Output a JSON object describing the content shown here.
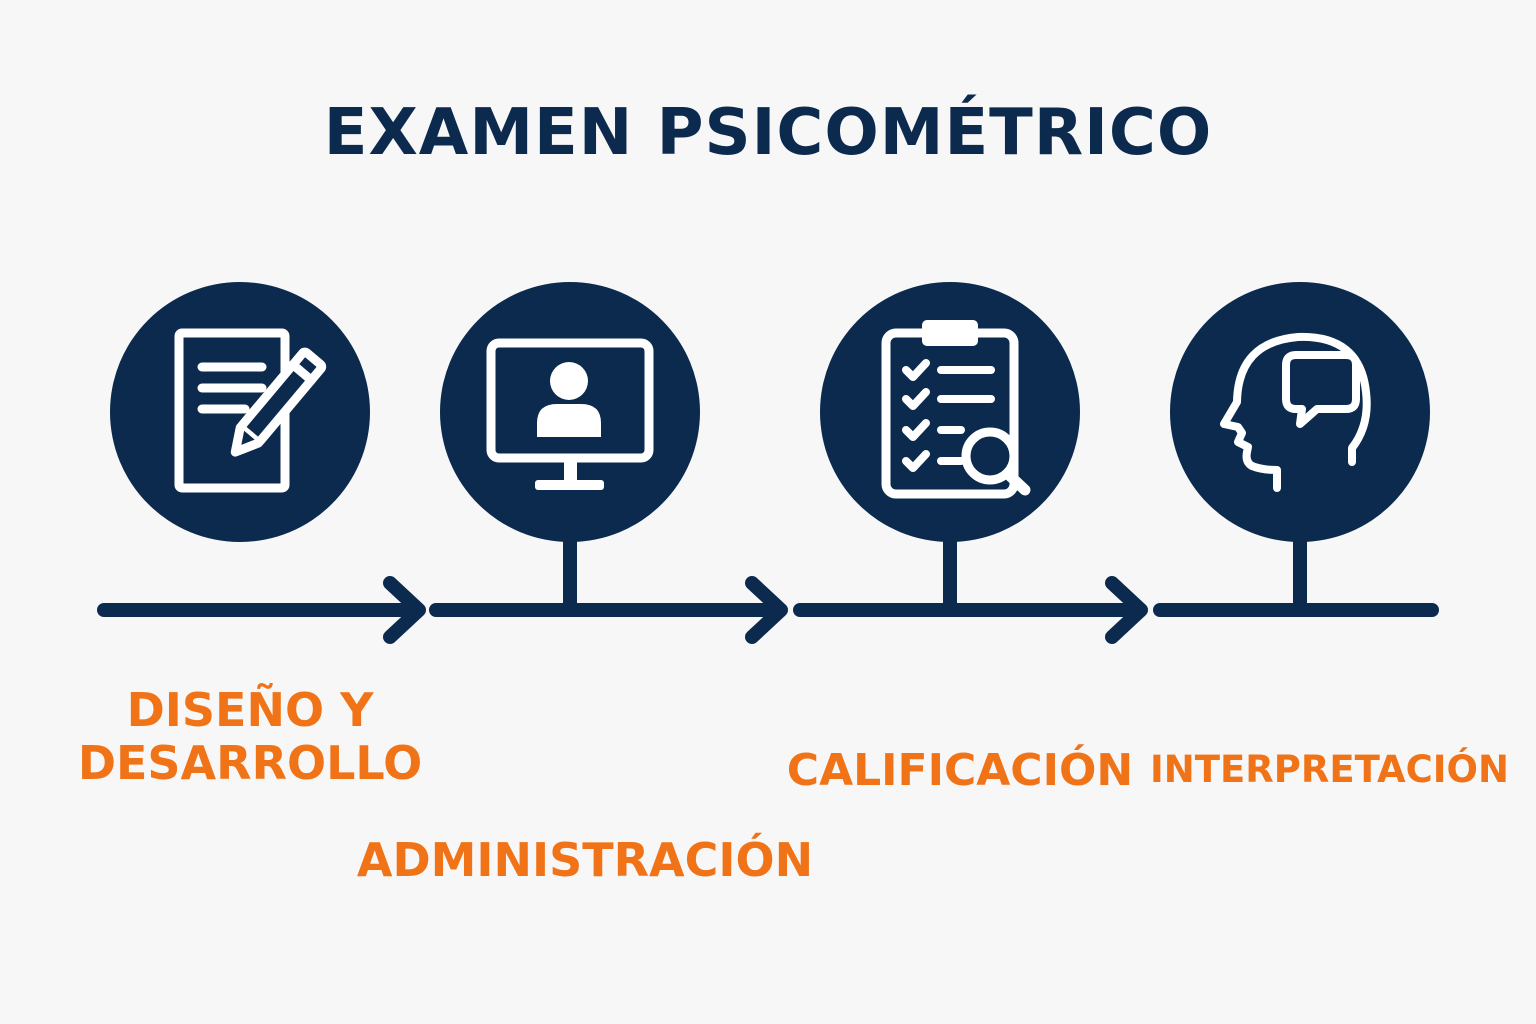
{
  "title": "EXAMEN PSICOMÉTRICO",
  "colors": {
    "navy": "#0b2a4e",
    "orange": "#f07318",
    "background": "#f7f7f7",
    "icon_stroke": "#ffffff"
  },
  "steps": [
    {
      "label_line1": "DISEÑO Y",
      "label_line2": "DESARROLLO",
      "icon": "document-pencil-icon"
    },
    {
      "label": "ADMINISTRACIÓN",
      "icon": "monitor-user-icon"
    },
    {
      "label": "CALIFICACIÓN",
      "icon": "clipboard-checklist-magnifier-icon"
    },
    {
      "label": "INTERPRETACIÓN",
      "icon": "head-speech-bubble-icon"
    }
  ]
}
